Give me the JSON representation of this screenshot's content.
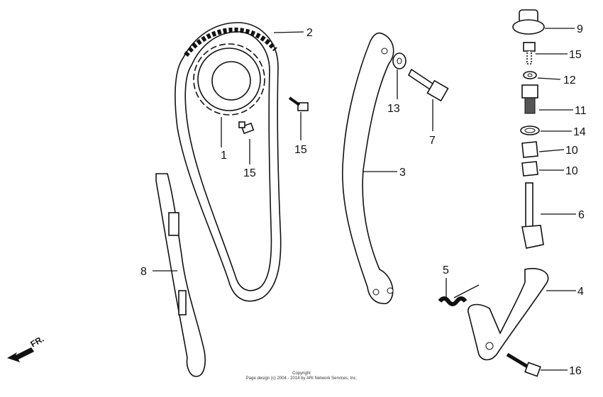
{
  "callouts": {
    "c1": "1",
    "c2": "2",
    "c3": "3",
    "c4": "4",
    "c5": "5",
    "c6": "6",
    "c7": "7",
    "c8": "8",
    "c9": "9",
    "c10a": "10",
    "c10b": "10",
    "c11": "11",
    "c12": "12",
    "c13": "13",
    "c14": "14",
    "c15a": "15",
    "c15b": "15",
    "c15c": "15",
    "c16": "16"
  },
  "direction": {
    "label": "FR."
  },
  "footer": {
    "line1": "Copyright",
    "line2": "Page design (c) 2004 - 2014 by ARI Network Services, Inc."
  }
}
